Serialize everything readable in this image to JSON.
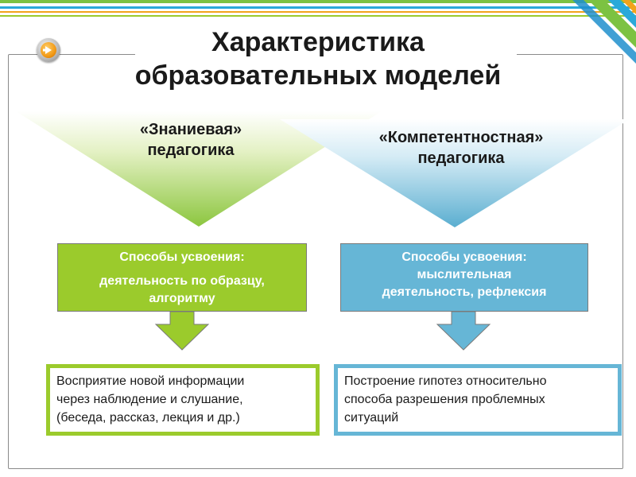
{
  "title": {
    "line1": "Характеристика",
    "line2": "образовательных моделей"
  },
  "left_model": {
    "line1": "«Знаниевая»",
    "line2": "педагогика",
    "method_title": "Способы усвоения:",
    "method_line1": "деятельность по образцу,",
    "method_line2": "алгоритму",
    "result_line1": "Восприятие новой информации",
    "result_line2": "через наблюдение и слушание,",
    "result_line3": "(беседа, рассказ, лекция и др.)",
    "color": "#9bcb2c"
  },
  "right_model": {
    "line1": "«Компетентностная»",
    "line2": "педагогика",
    "method_title": "Способы усвоения:",
    "method_line1": "мыслительная",
    "method_line2": "деятельность, рефлексия",
    "result_line1": "Построение гипотез относительно",
    "result_line2": "способа разрешения проблемных",
    "result_line3": "ситуаций",
    "color": "#66b6d6"
  },
  "nav_icon": "arrow-right-icon"
}
